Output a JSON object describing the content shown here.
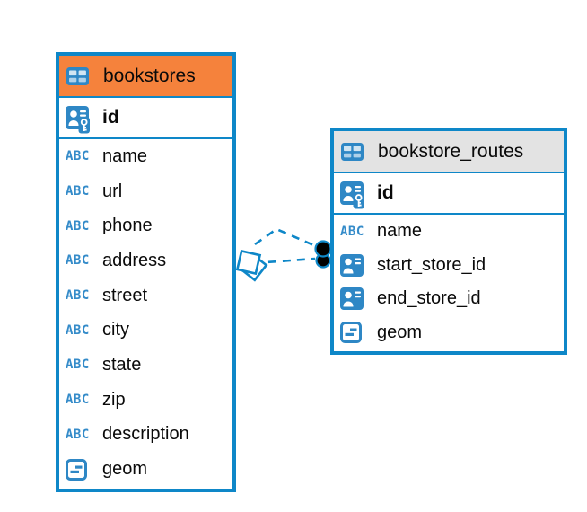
{
  "icons": {
    "abc_label": "ABC"
  },
  "colors": {
    "table_border": "#0e87c8",
    "bookstores_header_bg": "#f5823c",
    "routes_header_bg": "#e3e3e3",
    "icon_blue": "#2e87c5",
    "relation_line": "#0e87c8",
    "relation_dot": "#000000",
    "text": "#0a0a0a"
  },
  "diagram": {
    "tables": [
      {
        "name": "bookstores",
        "primary_key": "id",
        "columns": [
          "name",
          "url",
          "phone",
          "address",
          "street",
          "city",
          "state",
          "zip",
          "description",
          "geom"
        ],
        "column_types": [
          "text",
          "text",
          "text",
          "text",
          "text",
          "text",
          "text",
          "text",
          "text",
          "geometry"
        ]
      },
      {
        "name": "bookstore_routes",
        "primary_key": "id",
        "columns": [
          "name",
          "start_store_id",
          "end_store_id",
          "geom"
        ],
        "column_types": [
          "text",
          "reference",
          "reference",
          "geometry"
        ]
      }
    ],
    "relation": {
      "from": "bookstores",
      "to": "bookstore_routes",
      "style": "dashed",
      "from_endpoint": "diamond",
      "to_endpoint": "dots"
    }
  }
}
